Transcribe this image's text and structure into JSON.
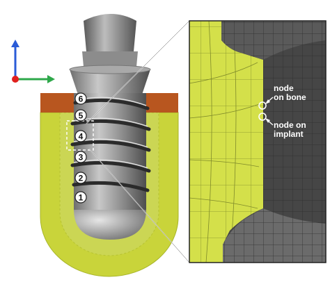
{
  "markers": [
    "1",
    "2",
    "3",
    "4",
    "5",
    "6"
  ],
  "annotations": {
    "bone_node": [
      "node",
      "on bone"
    ],
    "implant_node": [
      "node on",
      "implant"
    ]
  },
  "colors": {
    "cortical_bone": "#b8561f",
    "cancellous_bone": "#c9d43a",
    "bone_edge": "#a8b52a",
    "implant_dark": "#3f3f3f",
    "implant_light": "#b9b9b9",
    "axis_vertical": "#2a5bd7",
    "axis_horizontal": "#2ea84a",
    "axis_origin": "#e0201e"
  },
  "icons": [
    "coordinate-axes-icon"
  ]
}
